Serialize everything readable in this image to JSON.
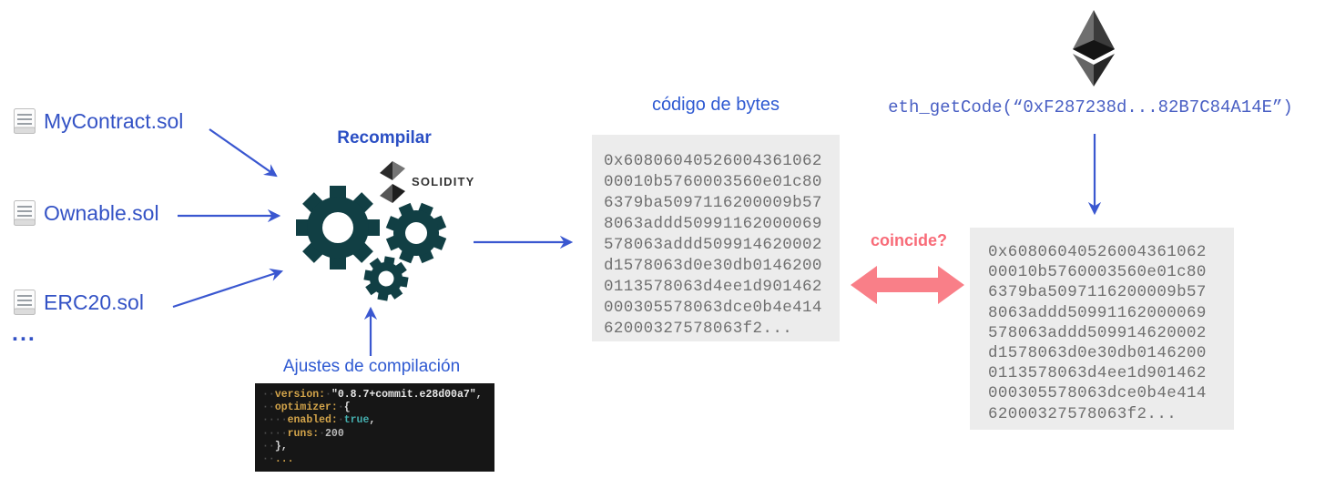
{
  "colors": {
    "arrow_blue": "#3a57d0",
    "label_blue": "#3352c5",
    "title_blue": "#2f5ad2",
    "gear_teal": "#113f44",
    "match_pink": "#f97f88",
    "byte_box_bg": "#ececec",
    "byte_text_gray": "#6f6f6f",
    "code_bg": "#161616"
  },
  "sources": {
    "files": [
      {
        "icon": "document-icon",
        "label": "MyContract.sol"
      },
      {
        "icon": "document-icon",
        "label": "Ownable.sol"
      },
      {
        "icon": "document-icon",
        "label": "ERC20.sol"
      }
    ],
    "more_label": "..."
  },
  "compiler": {
    "action_label": "Recompilar",
    "logo_label": "SOLIDITY",
    "settings_title": "Ajustes de compilación",
    "settings_code_lines": [
      [
        {
          "t": "··",
          "c": "dim"
        },
        {
          "t": "version:",
          "c": "key"
        },
        {
          "t": "·",
          "c": "dim"
        },
        {
          "t": "\"0.8.7+commit.e28d00a7\"",
          "c": "str"
        },
        {
          "t": ",",
          "c": "plain"
        }
      ],
      [
        {
          "t": "··",
          "c": "dim"
        },
        {
          "t": "optimizer:",
          "c": "key"
        },
        {
          "t": "·",
          "c": "dim"
        },
        {
          "t": "{",
          "c": "plain"
        }
      ],
      [
        {
          "t": "····",
          "c": "dim"
        },
        {
          "t": "enabled:",
          "c": "key"
        },
        {
          "t": "·",
          "c": "dim"
        },
        {
          "t": "true",
          "c": "bool"
        },
        {
          "t": ",",
          "c": "plain"
        }
      ],
      [
        {
          "t": "····",
          "c": "dim"
        },
        {
          "t": "runs:",
          "c": "key"
        },
        {
          "t": "·",
          "c": "dim"
        },
        {
          "t": "200",
          "c": "num"
        }
      ],
      [
        {
          "t": "··",
          "c": "dim"
        },
        {
          "t": "},",
          "c": "plain"
        }
      ],
      [
        {
          "t": "··",
          "c": "dim"
        },
        {
          "t": "...",
          "c": "key"
        }
      ]
    ]
  },
  "recompiled": {
    "title": "código de bytes",
    "bytecode": "0x60806040526004361062\n00010b5760003560e01c80\n6379ba5097116200009b57\n8063addd50991162000069\n578063addd509914620002\nd1578063d0e30db0146200\n0113578063d4ee1d901462\n000305578063dce0b4e414\n62000327578063f2..."
  },
  "comparison": {
    "question_label": "coincide?"
  },
  "onchain": {
    "call": "eth_getCode(“0xF287238d...82B7C84A14E”)",
    "bytecode": "0x60806040526004361062\n00010b5760003560e01c80\n6379ba5097116200009b57\n8063addd50991162000069\n578063addd509914620002\nd1578063d0e30db0146200\n0113578063d4ee1d901462\n000305578063dce0b4e414\n62000327578063f2..."
  }
}
